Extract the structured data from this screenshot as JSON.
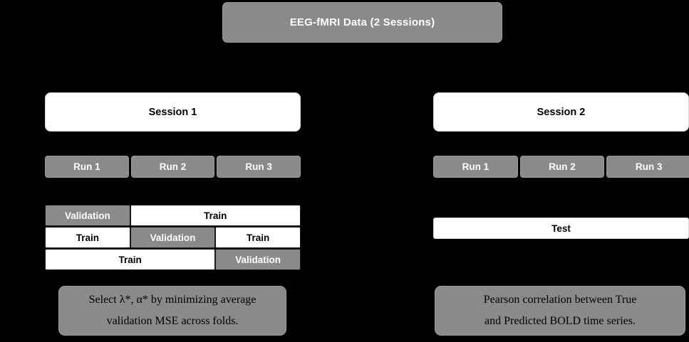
{
  "title": {
    "label": "EEG-fMRI Data (2 Sessions)"
  },
  "colors": {
    "background": "#000000",
    "gray_fill": "#8a8a8a",
    "white_fill": "#ffffff",
    "gray_text": "#ffffff",
    "dark_text": "#000000"
  },
  "sessions": [
    {
      "label": "Session 1",
      "runs": [
        "Run 1",
        "Run 2",
        "Run 3"
      ],
      "folds": [
        [
          "Validation",
          "Train"
        ],
        [
          "Train",
          "Validation",
          "Train"
        ],
        [
          "Train",
          "Validation"
        ]
      ],
      "caption": {
        "line1": "Select λ*, α* by minimizing average",
        "line2": "validation MSE across folds."
      }
    },
    {
      "label": "Session 2",
      "runs": [
        "Run 1",
        "Run 2",
        "Run 3"
      ],
      "test_label": "Test",
      "caption": {
        "line1": "Pearson correlation between True",
        "line2": "and Predicted BOLD time series."
      }
    }
  ]
}
